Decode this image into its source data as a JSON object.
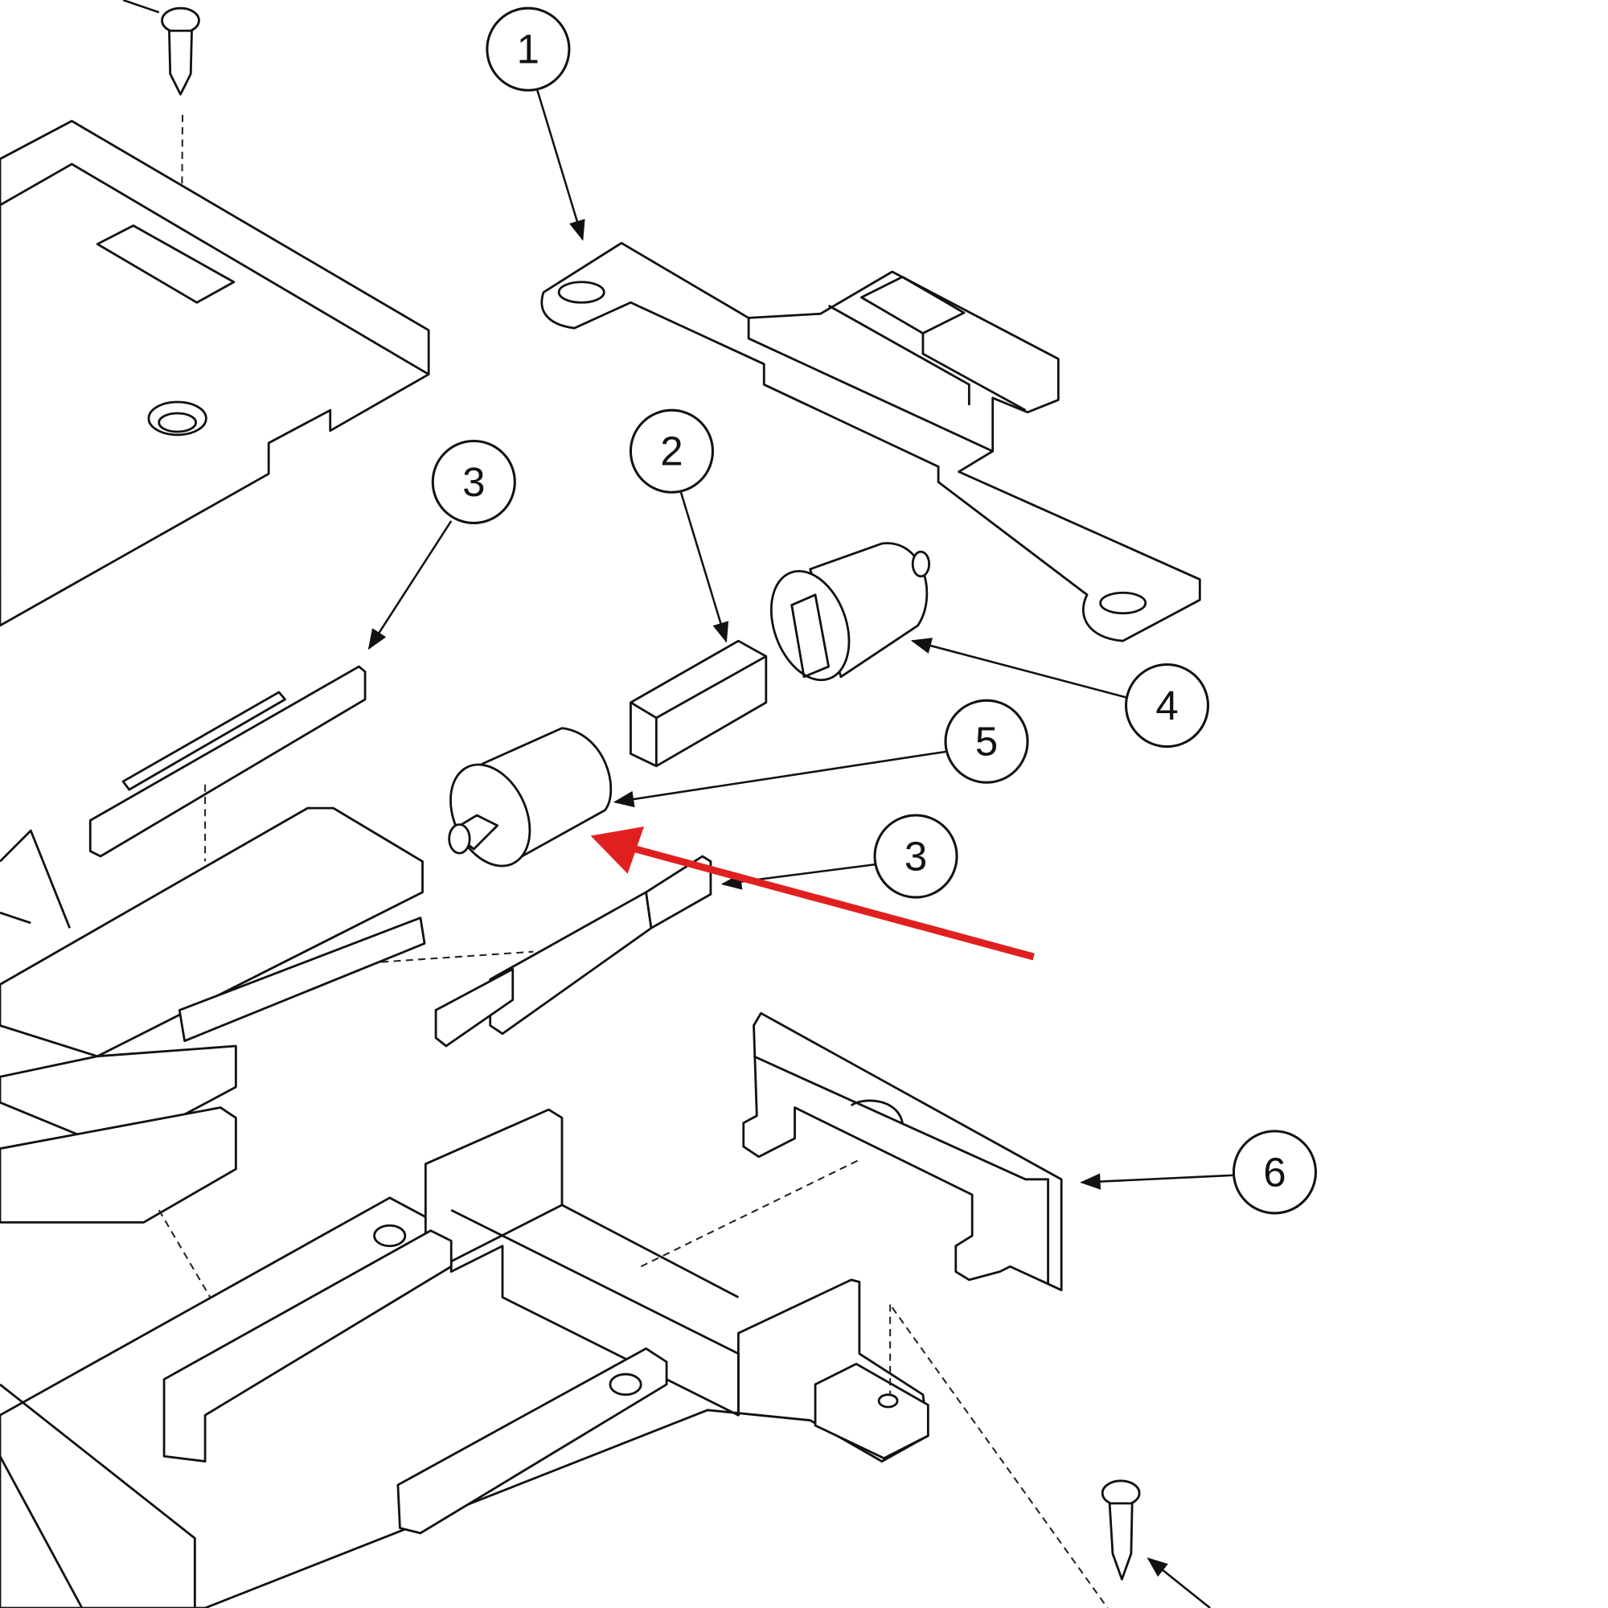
{
  "callouts": [
    {
      "id": "c1",
      "label": "1"
    },
    {
      "id": "c2",
      "label": "2"
    },
    {
      "id": "c3a",
      "label": "3"
    },
    {
      "id": "c4",
      "label": "4"
    },
    {
      "id": "c5",
      "label": "5"
    },
    {
      "id": "c3b",
      "label": "3"
    },
    {
      "id": "c6",
      "label": "6"
    }
  ],
  "highlight_arrow_color": "#e02020"
}
